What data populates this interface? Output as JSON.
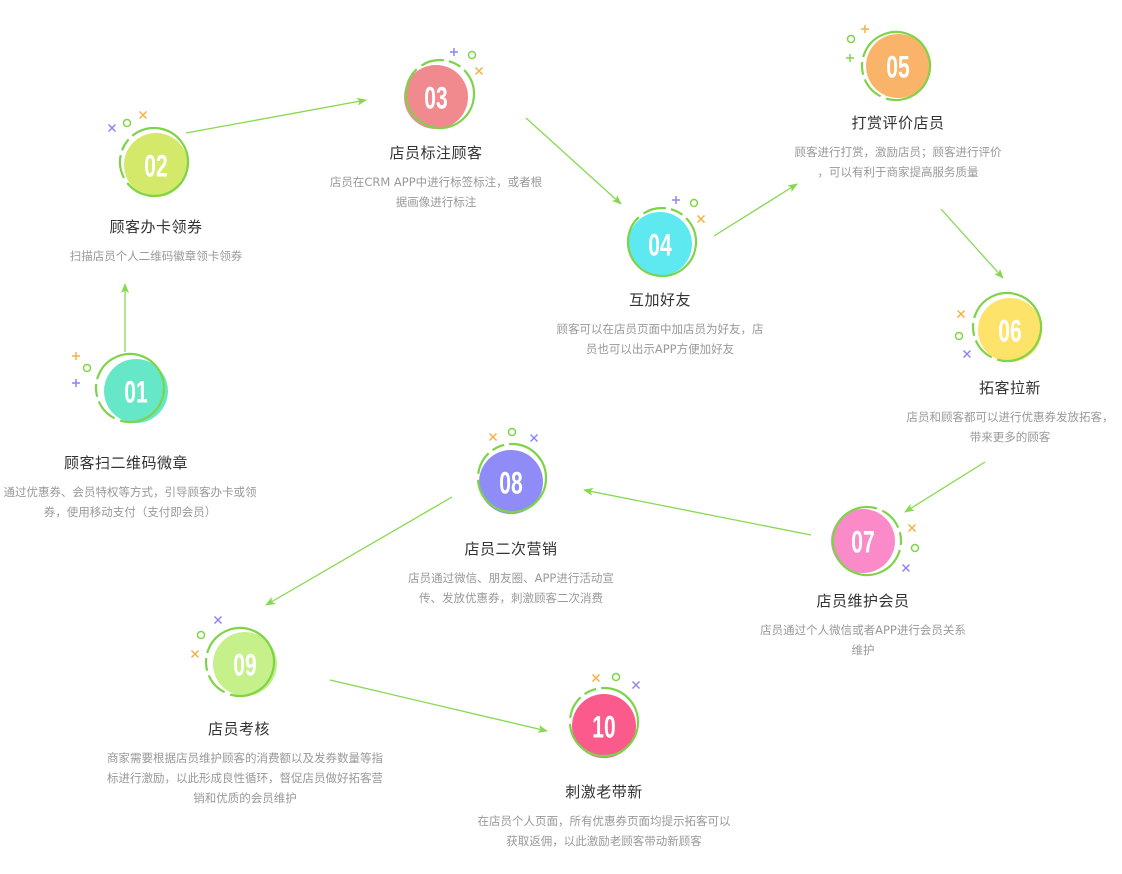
{
  "colors": {
    "ring": "#7ed348",
    "arrow": "#86d94f",
    "deco_orange": "#f5b041",
    "deco_green": "#7ed348",
    "deco_purple": "#8c86f2",
    "title_text": "#333333",
    "desc_text": "#999999"
  },
  "steps": [
    {
      "number": "01",
      "title": "顾客扫二维码微章",
      "color": "#66e8c8",
      "desc": [
        "通过优惠券、会员特权等方式，引导顾客办卡或领",
        "券，使用移动支付（支付即会员）"
      ]
    },
    {
      "number": "02",
      "title": "顾客办卡领券",
      "color": "#d4e86a",
      "desc": [
        "扫描店员个人二维码徽章领卡领券"
      ]
    },
    {
      "number": "03",
      "title": "店员标注顾客",
      "color": "#f08a8e",
      "desc": [
        "店员在CRM APP中进行标签标注，或者根",
        "据画像进行标注"
      ]
    },
    {
      "number": "04",
      "title": "互加好友",
      "color": "#5ee8f0",
      "desc": [
        "顾客可以在店员页面中加店员为好友，店",
        "员也可以出示APP方便加好友"
      ]
    },
    {
      "number": "05",
      "title": "打赏评价店员",
      "color": "#f9b469",
      "desc": [
        "顾客进行打赏，激励店员；顾客进行评价",
        "，可以有利于商家提高服务质量"
      ]
    },
    {
      "number": "06",
      "title": "拓客拉新",
      "color": "#fde36a",
      "desc": [
        "店员和顾客都可以进行优惠券发放拓客，",
        "带来更多的顾客"
      ]
    },
    {
      "number": "07",
      "title": "店员维护会员",
      "color": "#fb8ac8",
      "desc": [
        "店员通过个人微信或者APP进行会员关系",
        "维护"
      ]
    },
    {
      "number": "08",
      "title": "店员二次营销",
      "color": "#8f8cf7",
      "desc": [
        "店员通过微信、朋友圈、APP进行活动宣",
        "传、发放优惠券，刺激顾客二次消费"
      ]
    },
    {
      "number": "09",
      "title": "店员考核",
      "color": "#c6f08a",
      "desc": [
        "商家需要根据店员维护顾客的消费额以及发券数量等指",
        "标进行激励，以此形成良性循环，督促店员做好拓客营",
        "销和优质的会员维护"
      ]
    },
    {
      "number": "10",
      "title": "刺激老带新",
      "color": "#fb5b8c",
      "desc": [
        "在店员个人页面，所有优惠券页面均提示拓客可以",
        "获取返佣，以此激励老顾客带动新顾客"
      ]
    }
  ],
  "connections": [
    {
      "from": "01",
      "to": "02"
    },
    {
      "from": "02",
      "to": "03"
    },
    {
      "from": "03",
      "to": "04"
    },
    {
      "from": "04",
      "to": "05"
    },
    {
      "from": "05",
      "to": "06"
    },
    {
      "from": "06",
      "to": "07"
    },
    {
      "from": "07",
      "to": "08"
    },
    {
      "from": "08",
      "to": "09"
    },
    {
      "from": "09",
      "to": "10"
    }
  ]
}
